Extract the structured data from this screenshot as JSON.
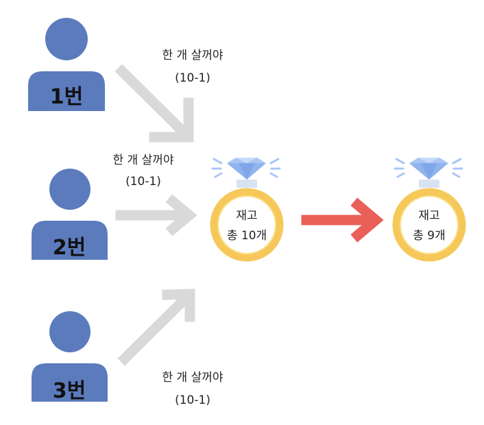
{
  "users": [
    {
      "label": "1번"
    },
    {
      "label": "2번"
    },
    {
      "label": "3번"
    }
  ],
  "requests": [
    {
      "line1": "한 개 살꺼야",
      "line2": "(10-1)"
    },
    {
      "line1": "한 개 살꺼야",
      "line2": "(10-1)"
    },
    {
      "line1": "한 개 살꺼야",
      "line2": "(10-1)"
    }
  ],
  "stock_before": {
    "line1": "재고",
    "line2": "총 10개"
  },
  "stock_after": {
    "line1": "재고",
    "line2": "총 9개"
  },
  "colors": {
    "user": "#5b7bbd",
    "arrow_gray": "#d9d9d9",
    "arrow_red": "#ea5f57",
    "ring_gold": "#f6c85a",
    "ring_gold_light": "#fbe08c",
    "diamond": "#a9c6f3",
    "diamond_dark": "#7fa6e8",
    "sparkle": "#a9c6f3"
  },
  "icons": {
    "user": "person-icon",
    "ring": "diamond-ring-icon"
  }
}
